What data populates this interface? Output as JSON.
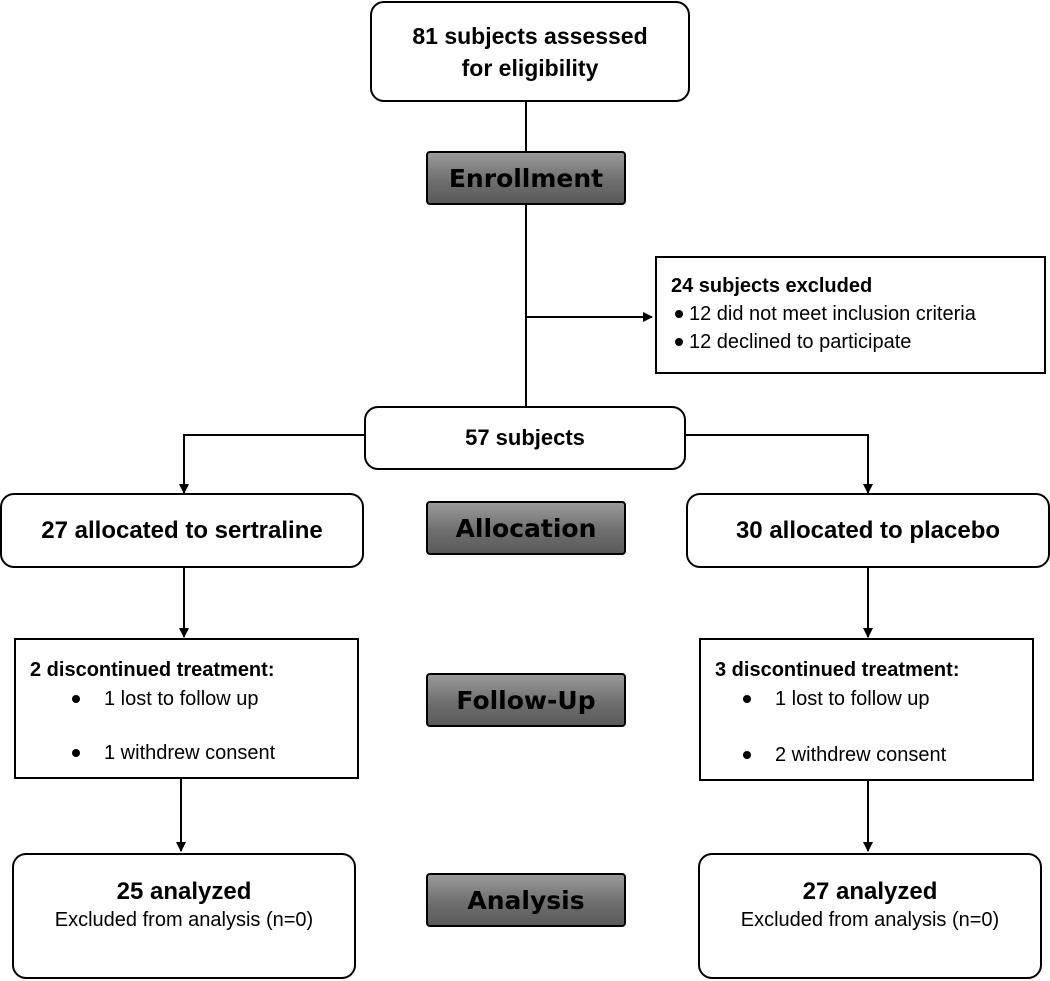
{
  "assessed": {
    "line1": "81 subjects assessed",
    "line2": "for eligibility"
  },
  "stages": {
    "enrollment": "Enrollment",
    "allocation": "Allocation",
    "followup": "Follow-Up",
    "analysis": "Analysis"
  },
  "excluded": {
    "title": "24 subjects excluded",
    "items": [
      "12 did not meet inclusion criteria",
      "12 declined to participate"
    ]
  },
  "randomized": "57 subjects",
  "sertraline": {
    "allocated": "27 allocated to sertraline",
    "discontinued_title": "2 discontinued treatment:",
    "discontinued_items": [
      "1 lost to follow up",
      "1 withdrew consent"
    ],
    "analyzed": "25 analyzed",
    "excluded_analysis": "Excluded from analysis (n=0)"
  },
  "placebo": {
    "allocated": "30 allocated to placebo",
    "discontinued_title": "3 discontinued treatment:",
    "discontinued_items": [
      "1 lost to follow up",
      "2 withdrew consent"
    ],
    "analyzed": "27 analyzed",
    "excluded_analysis": "Excluded from analysis (n=0)"
  }
}
